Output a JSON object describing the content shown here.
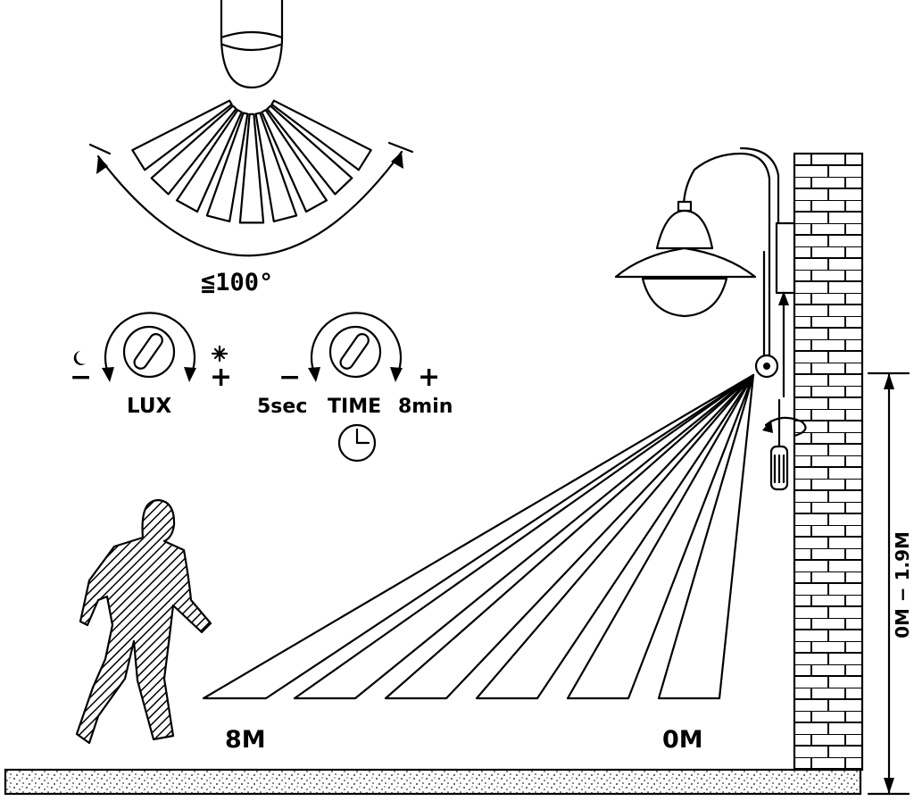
{
  "detection": {
    "angle_label": "≦100°"
  },
  "lux_control": {
    "label": "LUX",
    "minus_symbol": "−",
    "plus_symbol": "+"
  },
  "time_control": {
    "label": "TIME",
    "min_label": "5sec",
    "max_label": "8min",
    "minus_symbol": "−",
    "plus_symbol": "+"
  },
  "range": {
    "far_label": "8M",
    "near_label": "0M"
  },
  "mounting": {
    "height_label": "0M − 1.9M"
  },
  "colors": {
    "ink": "#000000",
    "paper": "#ffffff"
  }
}
